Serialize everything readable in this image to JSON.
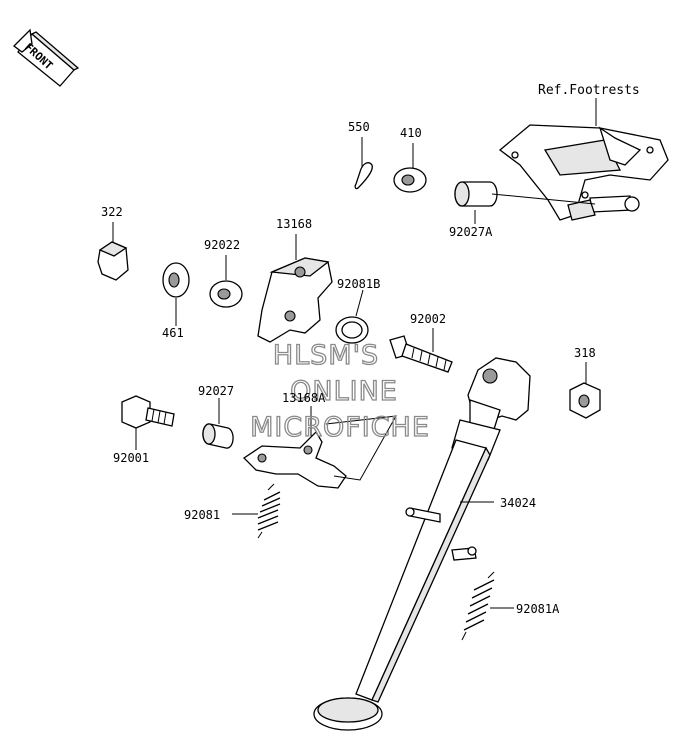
{
  "front_badge": {
    "label": "FRONT"
  },
  "reference": {
    "label": "Ref.Footrests"
  },
  "parts": [
    {
      "id": "p550",
      "number": "550"
    },
    {
      "id": "p410",
      "number": "410"
    },
    {
      "id": "p92027A",
      "number": "92027A"
    },
    {
      "id": "p322",
      "number": "322"
    },
    {
      "id": "p92022",
      "number": "92022"
    },
    {
      "id": "p13168",
      "number": "13168"
    },
    {
      "id": "p461",
      "number": "461"
    },
    {
      "id": "p92081B",
      "number": "92081B"
    },
    {
      "id": "p92002",
      "number": "92002"
    },
    {
      "id": "p318",
      "number": "318"
    },
    {
      "id": "p92027",
      "number": "92027"
    },
    {
      "id": "p13168A",
      "number": "13168A"
    },
    {
      "id": "p92001",
      "number": "92001"
    },
    {
      "id": "p34024",
      "number": "34024"
    },
    {
      "id": "p92081",
      "number": "92081"
    },
    {
      "id": "p92081A",
      "number": "92081A"
    }
  ],
  "watermark": {
    "lines": [
      "HLSM'S",
      "ONLINE",
      "MICROFICHE"
    ]
  }
}
